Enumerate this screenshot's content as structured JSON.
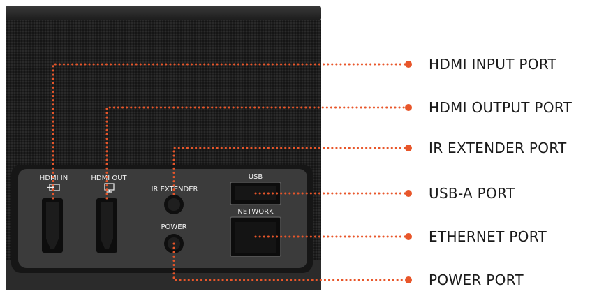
{
  "device": {
    "body_color": "#1c1c1c",
    "panel_color": "#3a3a3a",
    "accent": "#e8562a"
  },
  "panel_labels": {
    "hdmi_in": "HDMI IN",
    "hdmi_out": "HDMI OUT",
    "ir_extender": "IR EXTENDER",
    "power": "POWER",
    "usb": "USB",
    "network": "NETWORK"
  },
  "callouts": [
    {
      "id": "hdmi-input",
      "label": "HDMI INPUT PORT"
    },
    {
      "id": "hdmi-output",
      "label": "HDMI OUTPUT PORT"
    },
    {
      "id": "ir-extender",
      "label": "IR EXTENDER PORT"
    },
    {
      "id": "usb-a",
      "label": "USB-A PORT"
    },
    {
      "id": "ethernet",
      "label": "ETHERNET PORT"
    },
    {
      "id": "power",
      "label": "POWER PORT"
    }
  ]
}
